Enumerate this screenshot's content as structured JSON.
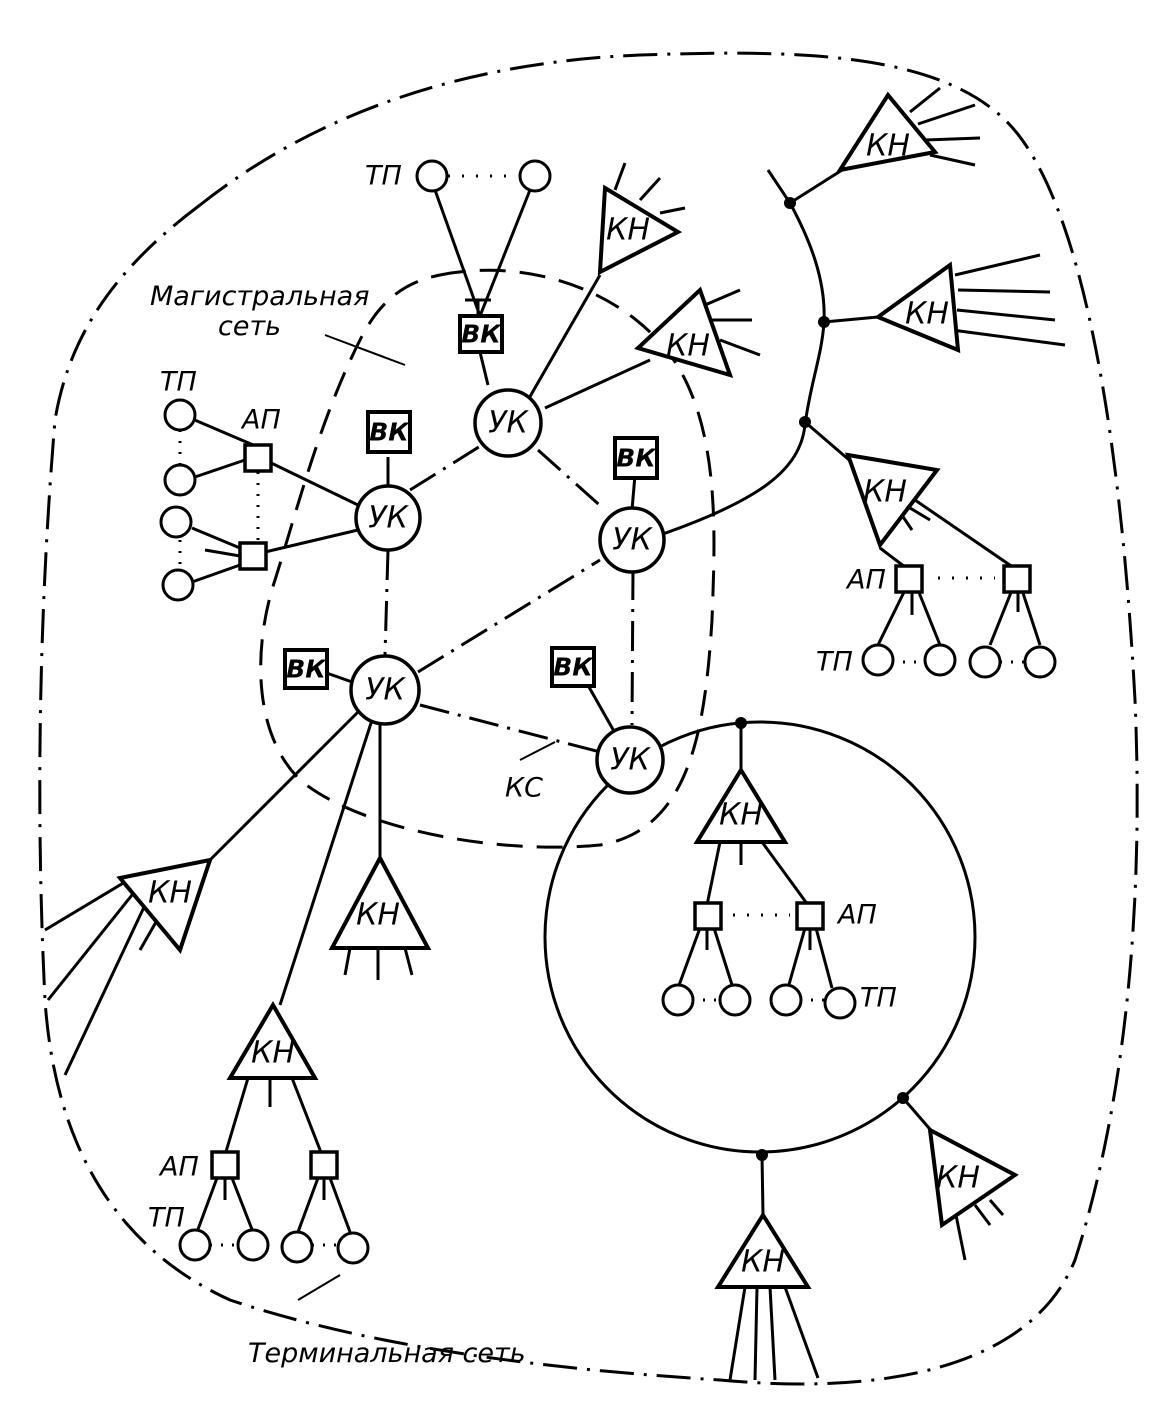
{
  "labels": {
    "uk": "УК",
    "vk": "ВК",
    "kn": "КН",
    "ap": "АП",
    "tp": "ТП",
    "ks": "КС",
    "backbone_line1": "Магистральная",
    "backbone_line2": "сеть",
    "terminal_network": "Терминальная сеть"
  },
  "colors": {
    "ink": "#000000",
    "paper": "#ffffff"
  }
}
